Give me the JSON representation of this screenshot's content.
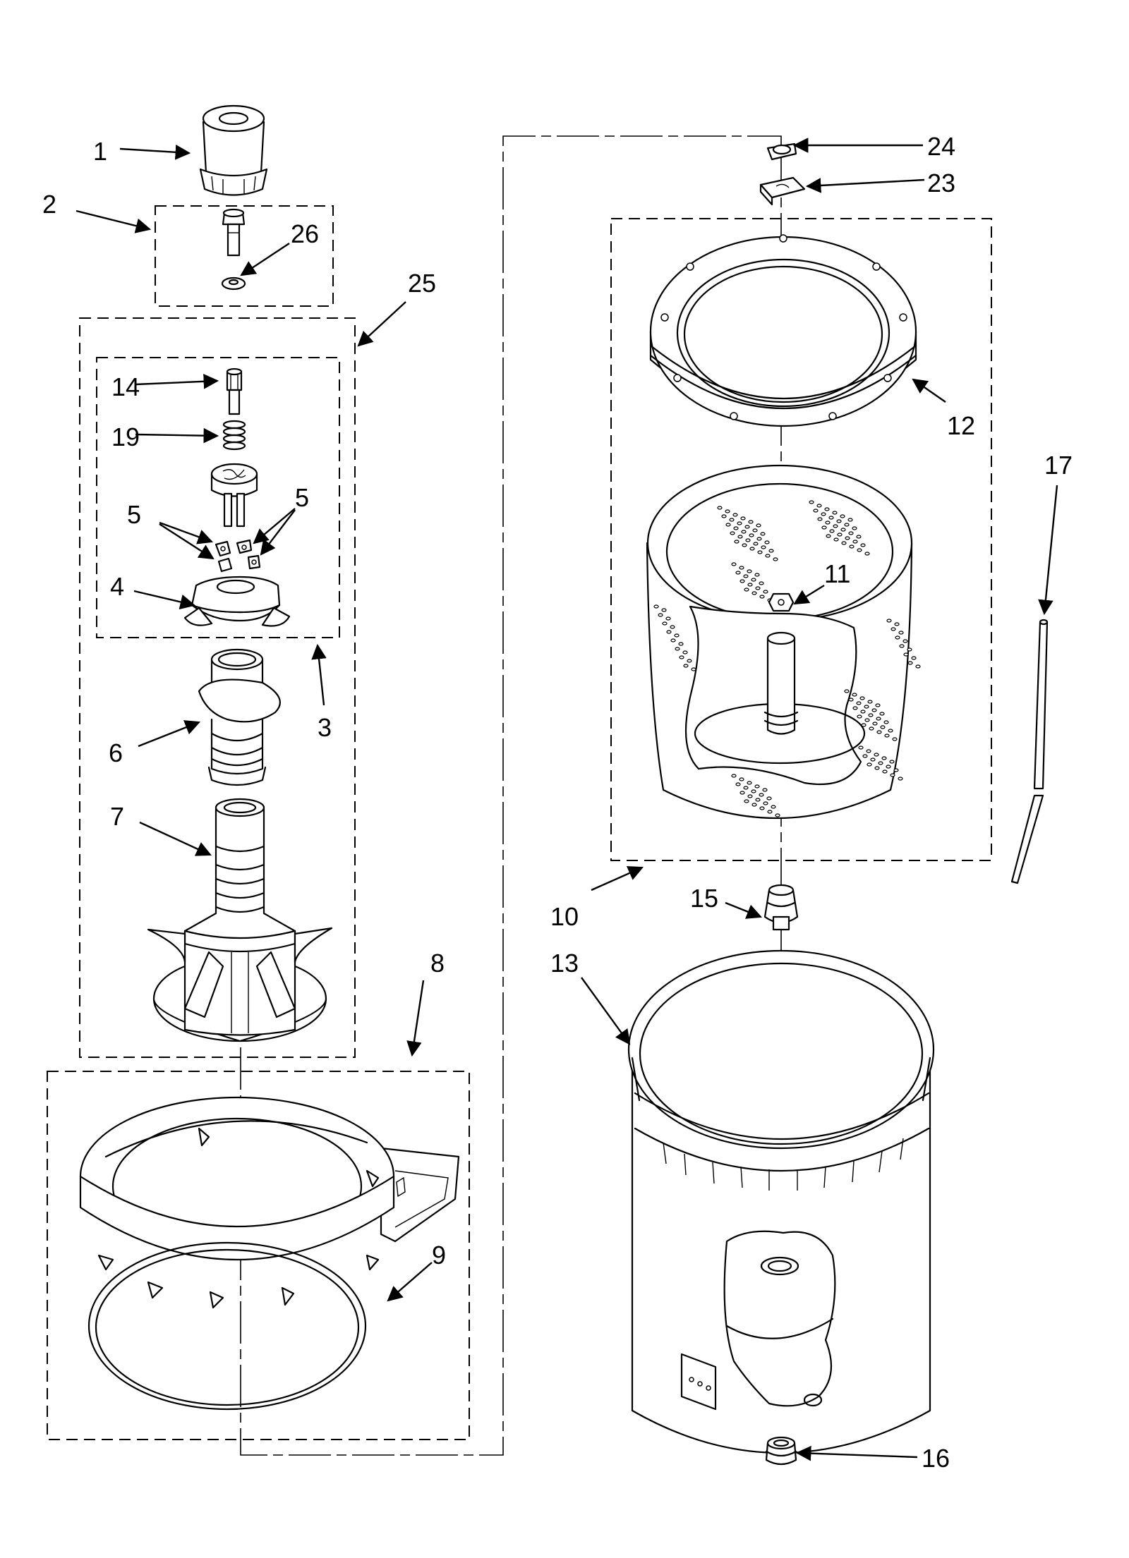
{
  "diagram": {
    "callouts": {
      "c1": "1",
      "c2": "2",
      "c3": "3",
      "c4": "4",
      "c5a": "5",
      "c5b": "5",
      "c6": "6",
      "c7": "7",
      "c8": "8",
      "c9": "9",
      "c10": "10",
      "c11": "11",
      "c12": "12",
      "c13": "13",
      "c14": "14",
      "c15": "15",
      "c16": "16",
      "c17": "17",
      "c19": "19",
      "c23": "23",
      "c24": "24",
      "c25": "25",
      "c26": "26"
    }
  }
}
